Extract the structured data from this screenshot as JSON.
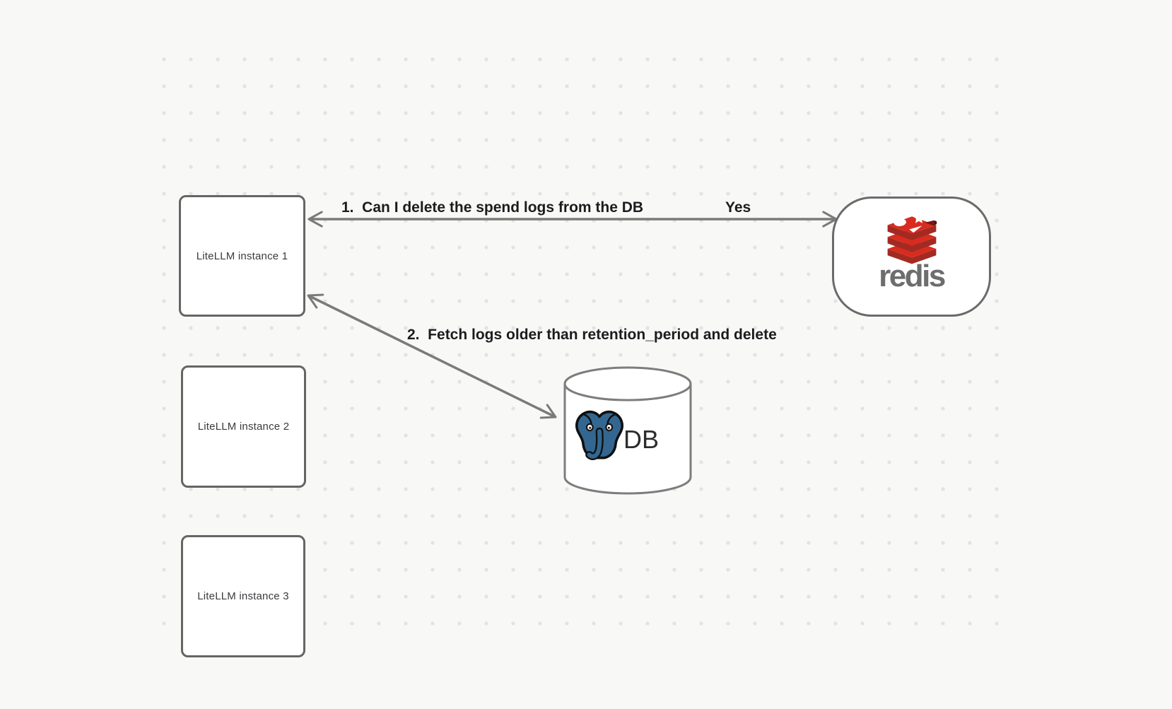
{
  "nodes": {
    "instances": [
      {
        "label": "LiteLLM instance 1"
      },
      {
        "label": "LiteLLM instance 2"
      },
      {
        "label": "LiteLLM instance 3"
      }
    ],
    "redis": {
      "wordmark": "redis"
    },
    "db": {
      "label": "DB"
    }
  },
  "edges": {
    "query_redis": {
      "label": "1.  Can I delete the spend logs from the DB",
      "response": "Yes"
    },
    "fetch_db": {
      "label": "2.  Fetch logs older than retention_period and delete"
    }
  },
  "colors": {
    "background": "#f8f8f7",
    "dot_grid": "#e3e3e3",
    "box_border": "#656565",
    "arrow": "#7a7a7a",
    "edge_label_text": "#1c1c1e",
    "instance_text": "#3b3b40",
    "redis_red_bright": "#d82c20",
    "redis_red_dark": "#a32a21",
    "redis_wordmark": "#6d6d6d",
    "postgres_blue": "#336791",
    "db_text": "#2d2d2f"
  }
}
